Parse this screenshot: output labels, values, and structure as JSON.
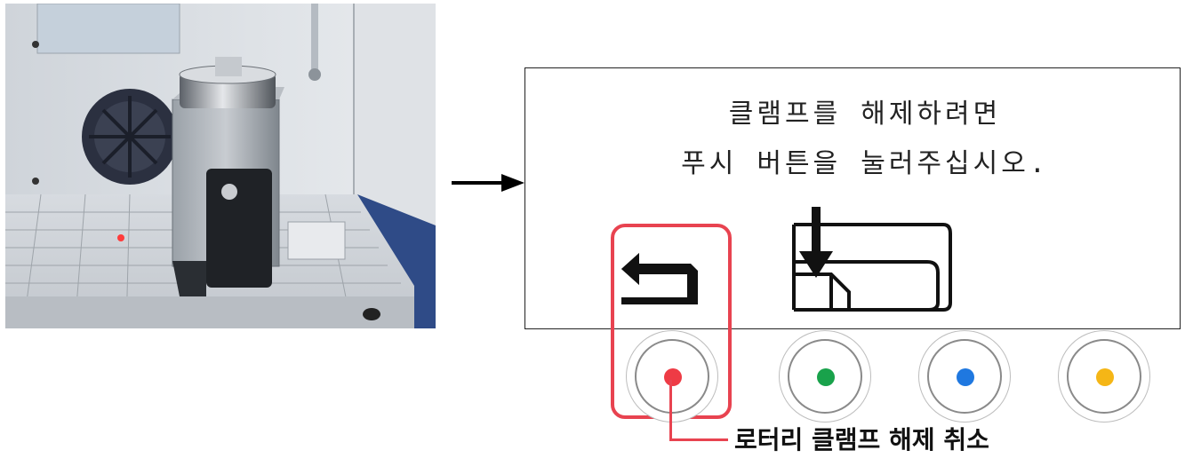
{
  "photo": {
    "alt": "rotary clamp device"
  },
  "lcd": {
    "line1": "클램프를 해제하려면",
    "line2": "푸시 버튼을 눌러주십시오.",
    "icons": [
      "back-arrow-icon",
      "press-clamp-icon"
    ]
  },
  "buttons": [
    {
      "name": "red-button",
      "color": "#ee3b45"
    },
    {
      "name": "green-button",
      "color": "#19a24b"
    },
    {
      "name": "blue-button",
      "color": "#1f78e0"
    },
    {
      "name": "yellow-button",
      "color": "#f5b616"
    }
  ],
  "callout": {
    "label": "로터리 클램프 해제 취소",
    "color": "#e84350"
  }
}
